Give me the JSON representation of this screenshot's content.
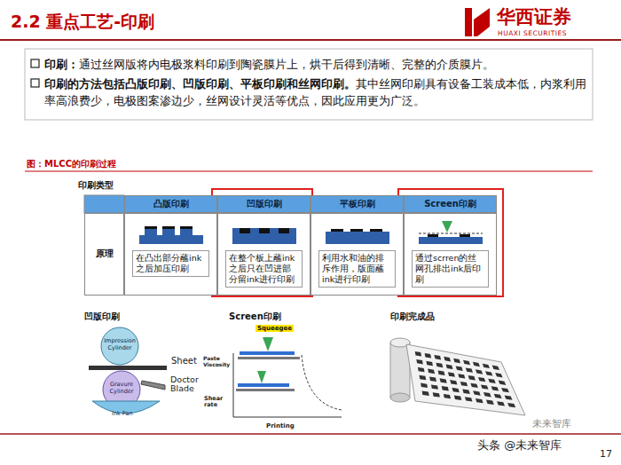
{
  "diagram": {
    "title": "2.2 重点工艺-印刷",
    "caption": "图：MLCC的印刷过程",
    "nodes": [
      {
        "text": [
          "凸版印刷"
        ]
      },
      {
        "text": [
          "凹版印刷"
        ]
      },
      {
        "text": [
          "平板印刷"
        ]
      },
      {
        "text": [
          "Screen印刷"
        ]
      },
      {
        "text": [
          "原理"
        ]
      },
      {
        "text": [
          "在凸出部分蘸ink之后加压印刷"
        ]
      },
      {
        "text": [
          "在整个板上蘸ink之后只在凹进部分留ink进行印刷"
        ]
      },
      {
        "text": [
          "利用水和油的排斥作用，版面蘸ink进行印刷"
        ]
      },
      {
        "text": [
          "通过scrren的丝网孔排出ink后印刷"
        ]
      }
    ],
    "labels": [
      "华西证券",
      "HUAXI SECURITIES",
      "印刷：",
      "通过丝网版将内电极浆料印刷到陶瓷膜片上，烘干后得到清晰、完整的介质膜片。",
      "印刷的方法包括凸版印刷、凹版印刷、平板印刷和丝网印刷。",
      "其中丝网印刷具有设备工装成本低，内浆利用率高浪费少，电极图案渗边少，丝网设计灵活等优点，因此应用更为广泛。",
      "印刷类型",
      "凹版印刷",
      "Screen印刷",
      "印刷完成品",
      "Impression Cylinder",
      "Sheet",
      "Gravure Cylinder",
      "Doctor Blade",
      "Ink Pan",
      "Squeegee",
      "Paste Viscosity",
      "Shear rate",
      "Printing",
      "未来智库",
      "头条 @未来智库",
      "17"
    ]
  }
}
